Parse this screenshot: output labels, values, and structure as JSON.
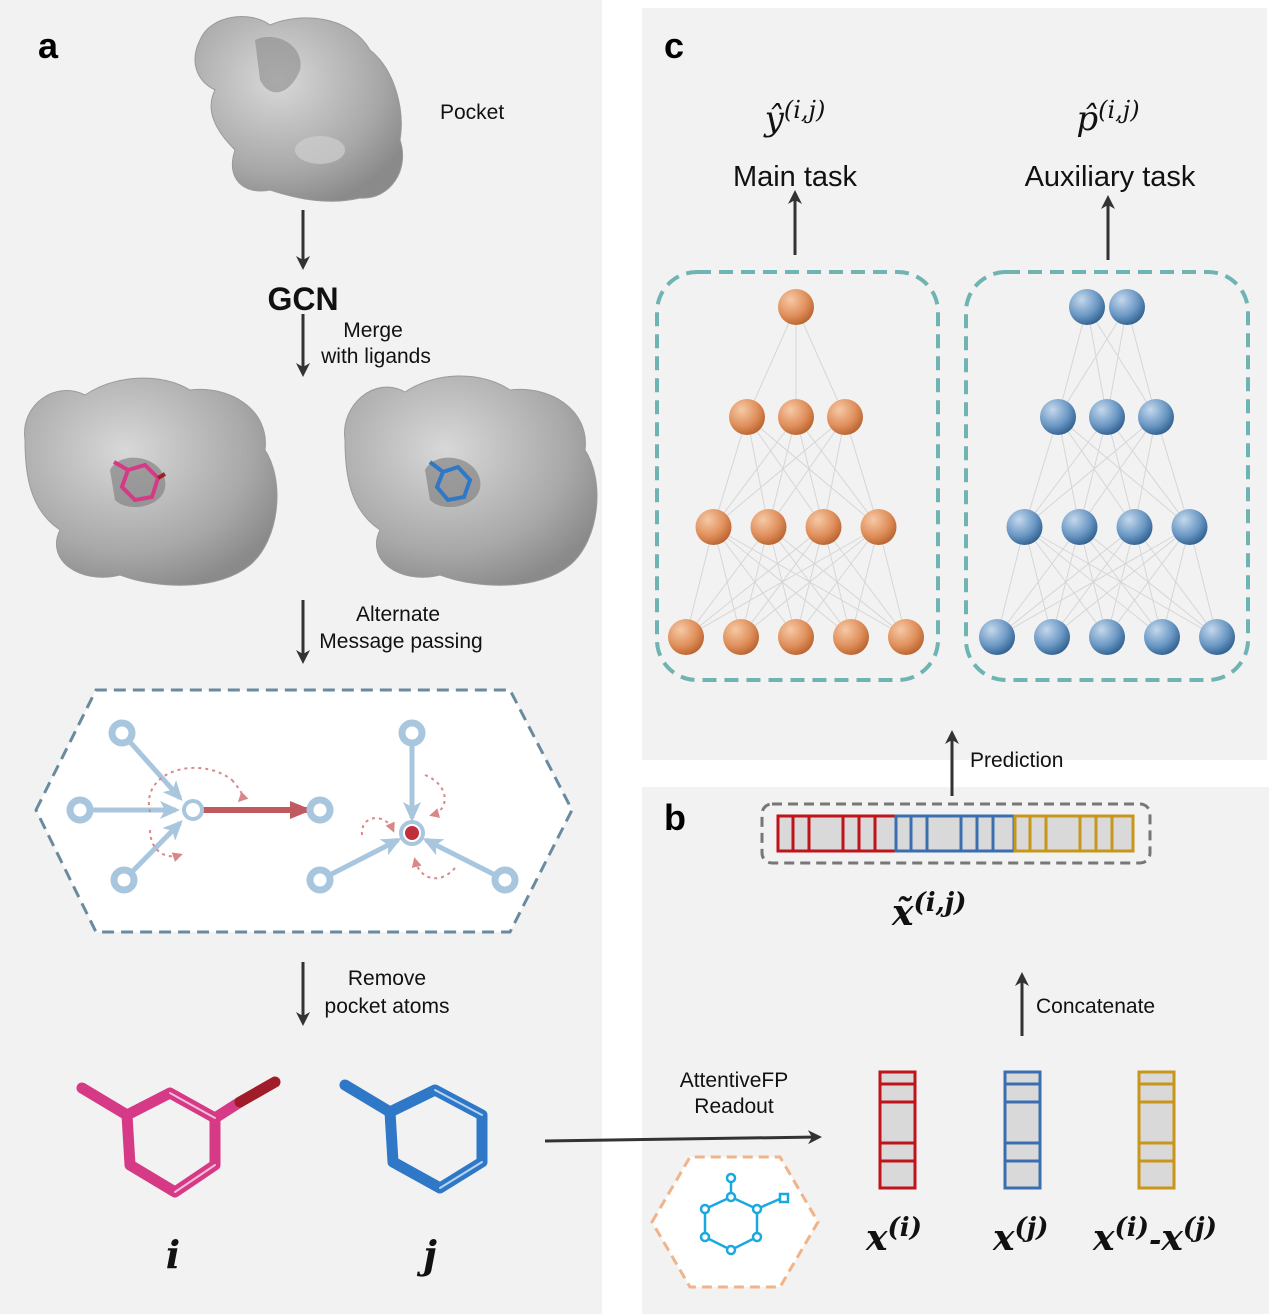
{
  "panels": {
    "a": "a",
    "b": "b",
    "c": "c"
  },
  "panel_a": {
    "pocket_label": "Pocket",
    "gcn_label": "GCN",
    "merge_line1": "Merge",
    "merge_line2": "with ligands",
    "alternate_line1": "Alternate",
    "alternate_line2": "Message passing",
    "remove_line1": "Remove",
    "remove_line2": "pocket atoms",
    "ligand_i": "i",
    "ligand_j": "j"
  },
  "panel_b": {
    "readout_line1": "AttentiveFP",
    "readout_line2": "Readout",
    "concatenate_label": "Concatenate",
    "pair_vector_base": "x̃",
    "pair_vector_sup": "(i,j)",
    "vec_i_base": "x",
    "vec_i_sup": "(i)",
    "vec_j_base": "x",
    "vec_j_sup": "(j)",
    "vec_diff_base1": "x",
    "vec_diff_sup1": "(i)",
    "vec_diff_minus": "-",
    "vec_diff_base2": "x",
    "vec_diff_sup2": "(j)"
  },
  "panel_c": {
    "prediction_label": "Prediction",
    "main_symbol": "ŷ",
    "main_sup": "(i,j)",
    "main_task": "Main task",
    "aux_symbol": "p̂",
    "aux_sup": "(i,j)",
    "aux_task": "Auxiliary task",
    "main_layers": [
      1,
      3,
      4,
      5
    ],
    "aux_layers": [
      2,
      3,
      4,
      5
    ]
  },
  "colors": {
    "ligand_i": "#d63a86",
    "ligand_j": "#2f78c8",
    "vec_i": "#c0141c",
    "vec_j": "#3a6eb0",
    "vec_diff": "#c8961a",
    "main_node": "#d9824a",
    "aux_node": "#4d7fae",
    "net_box": "#6fb3b3",
    "mp_node": "#a9c6df",
    "mp_edge_red": "#c05a5e"
  }
}
